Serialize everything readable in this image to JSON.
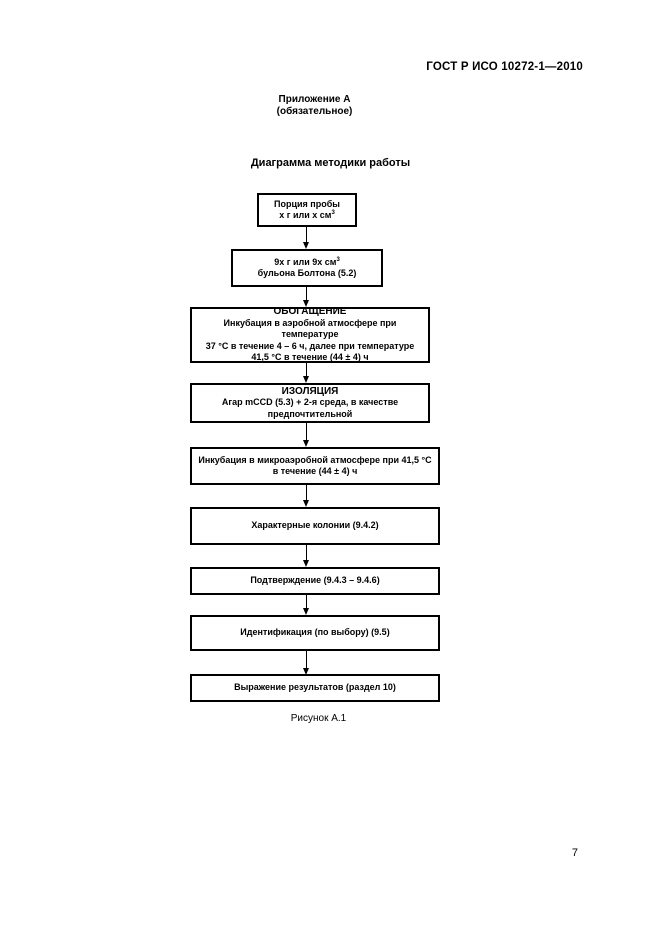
{
  "header": {
    "standard": "ГОСТ Р ИСО 10272-1—2010"
  },
  "annex": {
    "title": "Приложение А",
    "status": "(обязательное)"
  },
  "diagram": {
    "title": "Диаграмма методики работы",
    "steps": {
      "s1": {
        "line1": "Порция пробы",
        "line2": "x г или x см",
        "sup": "3"
      },
      "s2": {
        "line1": "9x г или 9x см",
        "sup": "3",
        "line2": "бульона Болтона (5.2)"
      },
      "s3": {
        "title": "ОБОГАЩЕНИЕ",
        "l1": "Инкубация в аэробной атмосфере при температуре",
        "l2": "37 °С в течение 4 – 6 ч, далее при температуре",
        "l3": "41,5 °С в течение (44 ± 4) ч"
      },
      "s4": {
        "title": "ИЗОЛЯЦИЯ",
        "l1": "Агар mCCD (5.3) + 2-я среда, в качестве",
        "l2": "предпочтительной"
      },
      "s5": {
        "l1": "Инкубация в микроаэробной атмосфере при 41,5 °С",
        "l2": "в течение (44 ± 4) ч"
      },
      "s6": {
        "l1": "Характерные колонии (9.4.2)"
      },
      "s7": {
        "l1": "Подтверждение (9.4.3 – 9.4.6)"
      },
      "s8": {
        "l1": "Идентификация (по выбору) (9.5)"
      },
      "s9": {
        "l1": "Выражение результатов (раздел 10)"
      }
    }
  },
  "figure": {
    "caption": "Рисунок А.1"
  },
  "page": {
    "number": "7"
  }
}
